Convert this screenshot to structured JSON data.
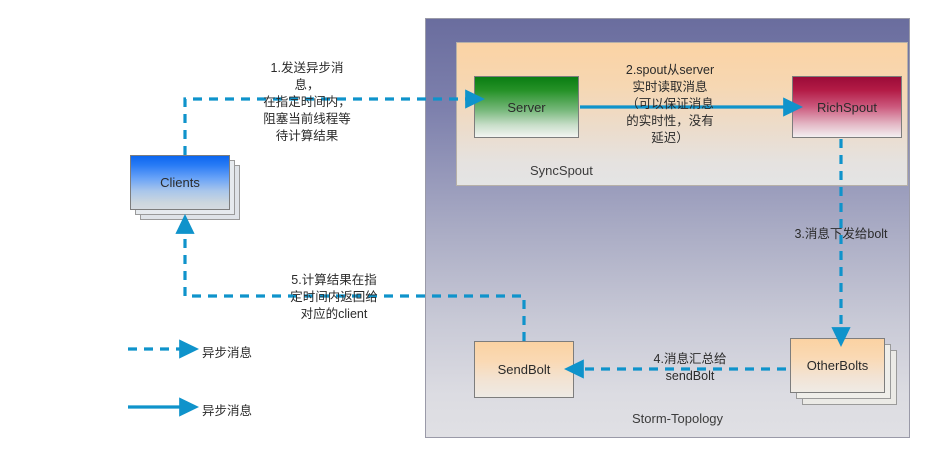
{
  "diagram": {
    "title": "Storm SyncSpout asynchronous messaging flow",
    "accent_arrow_color": "#0f93cb",
    "containers": {
      "topology": {
        "label": "Storm-Topology"
      },
      "syncspout": {
        "label": "SyncSpout"
      }
    },
    "nodes": {
      "clients": {
        "label": "Clients",
        "shape": "stacked-box",
        "fill": "#2a7cf5"
      },
      "server": {
        "label": "Server",
        "shape": "box",
        "fill": "#0a7d12"
      },
      "richspout": {
        "label": "RichSpout",
        "shape": "box",
        "fill": "#9b0b38"
      },
      "otherbolts": {
        "label": "OtherBolts",
        "shape": "stacked-box",
        "fill": "#fbd2a2"
      },
      "sendbolt": {
        "label": "SendBolt",
        "shape": "box",
        "fill": "#fbd2a2"
      }
    },
    "annotations": {
      "step1": "1.发送异步消\n息，\n在指定时间内，\n阻塞当前线程等\n待计算结果",
      "step2": "2.spout从server\n实时读取消息\n（可以保证消息\n的实时性，没有\n延迟）",
      "step3": "3.消息下发给bolt",
      "step4": "4.消息汇总给\nsendBolt",
      "step5": "5.计算结果在指\n定时间内返回给\n对应的client"
    },
    "legend": {
      "dashed_label": "异步消息",
      "solid_label": "异步消息"
    }
  }
}
